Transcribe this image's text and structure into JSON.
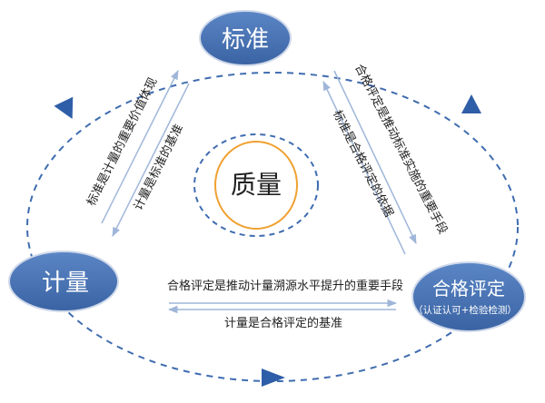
{
  "nodes": {
    "top": "标准",
    "left": "计量",
    "right": "合格评定",
    "right_sub": "（认证认可+检验检测）",
    "center": "质量"
  },
  "relations": {
    "left_outer": "标准是计量的重要价值体现",
    "left_inner": "计量是标准的基准",
    "right_outer": "合格评定是推动标准实施的重要手段",
    "right_inner": "标准是合格评定的依据",
    "bottom_top": "合格评定是推动计量溯源水平提升的重要手段",
    "bottom_bottom": "计量是合格评定的基准"
  },
  "colors": {
    "node_fill": "#4a74b5",
    "node_text": "#ffffff",
    "dash": "#3f6cb0",
    "center_ring": "#f0a030",
    "arrow_line": "#9fb6d9",
    "text": "#222222"
  }
}
